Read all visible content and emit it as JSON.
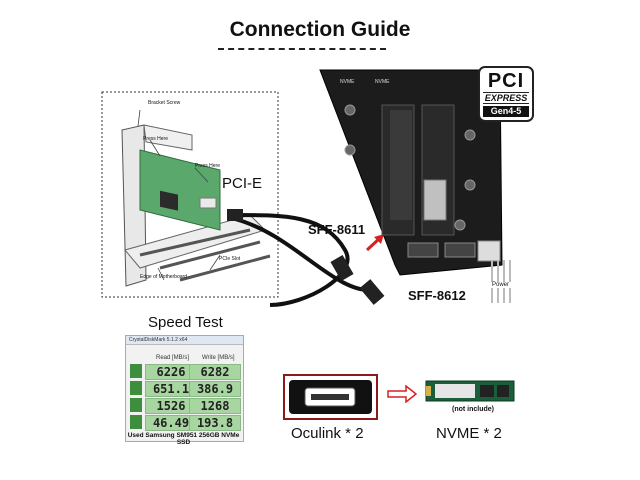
{
  "title": "Connection Guide",
  "labels": {
    "pcie": "PCI-E",
    "sff8611": "SFF-8611",
    "sff8612": "SFF-8612",
    "power": "Power",
    "speed_test": "Speed Test",
    "oculink": "Oculink * 2",
    "nvme": "NVME * 2",
    "not_include": "(not include)"
  },
  "diagram_annotations": {
    "bracket_screw": "Bracket Screw",
    "press_here_1": "Press Here",
    "press_here_2": "Press Here",
    "pcie_slot": "PCIe Slot",
    "edge_of_motherboard": "Edge of Motherboard"
  },
  "pci_badge": {
    "pci": "PCI",
    "express": "EXPRESS",
    "gen": "Gen4-5"
  },
  "board_silkscreen": {
    "nvme_top_1": "NVME",
    "nvme_top_2": "NVME"
  },
  "speed_test": {
    "window_title": "CrystalDiskMark 5.1.2 x64",
    "read_header": "Read [MB/s]",
    "write_header": "Write [MB/s]",
    "rows": [
      {
        "read": "6226",
        "write": "6282"
      },
      {
        "read": "651.1",
        "write": "386.9"
      },
      {
        "read": "1526",
        "write": "1268"
      },
      {
        "read": "46.49",
        "write": "193.8"
      }
    ],
    "caption": "Used Samsung SM951 256GB NVMe SSD"
  },
  "colors": {
    "pcb_black": "#1c1c1c",
    "card_green": "#5aa86b",
    "cell_green": "#a8d6a0",
    "arrow_red": "#d62020",
    "frame_red": "#8b1a1a"
  }
}
